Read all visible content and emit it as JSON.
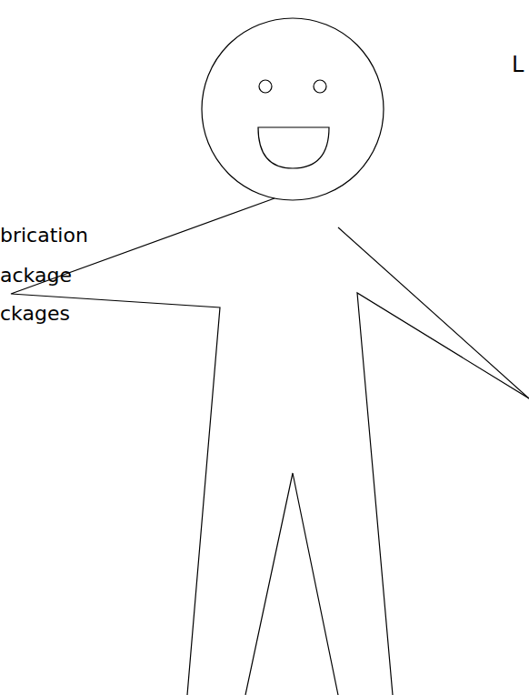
{
  "diagram": {
    "labels": [
      "L",
      "brication",
      "ackage",
      "ckages"
    ]
  }
}
